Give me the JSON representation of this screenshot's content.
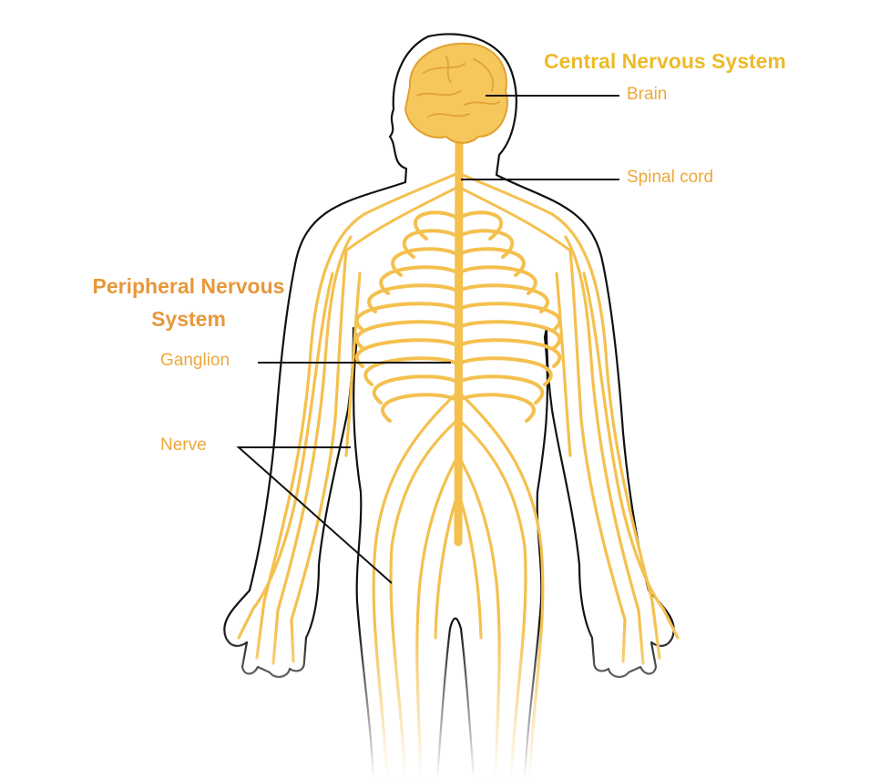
{
  "colors": {
    "cns_heading": "#EDBB2A",
    "pns_heading": "#E8973A",
    "label_text": "#EDA83A",
    "nerve": "#F4C04E",
    "brain": "#F6C75C",
    "outline": "#111111",
    "leader": "#111111"
  },
  "labels": {
    "cns_heading": "Central Nervous System",
    "brain": "Brain",
    "spinal_cord": "Spinal cord",
    "pns_heading_line1": "Peripheral Nervous",
    "pns_heading_line2": "System",
    "ganglion": "Ganglion",
    "nerve": "Nerve"
  }
}
